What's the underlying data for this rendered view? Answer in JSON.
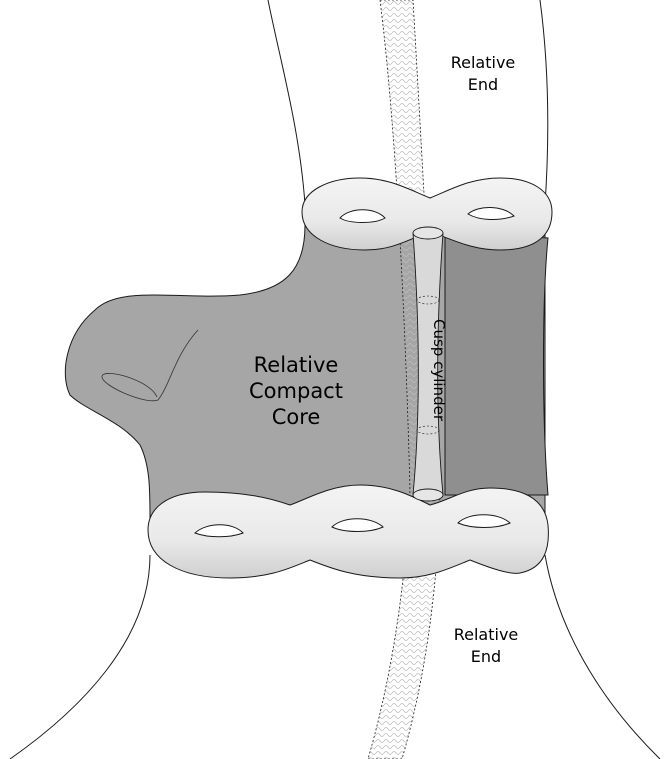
{
  "labels": {
    "top_end_line1": "Relative",
    "top_end_line2": "End",
    "bottom_end_line1": "Relative",
    "bottom_end_line2": "End",
    "core_line1": "Relative",
    "core_line2": "Compact",
    "core_line3": "Core",
    "cusp": "Cusp cylinder"
  },
  "colors": {
    "core_fill": "#a6a6a6",
    "core_right_fill": "#8f8f8f",
    "torus_fill": "#ededed",
    "stroke": "#1a1a1a"
  }
}
